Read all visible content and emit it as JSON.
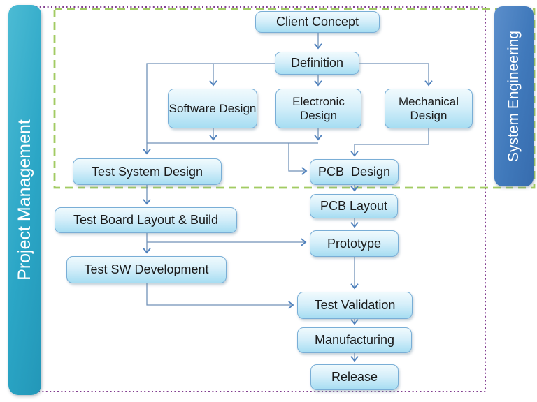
{
  "lanes": {
    "project_management": "Project Management",
    "system_engineering": "System Engineering"
  },
  "nodes": {
    "client_concept": "Client Concept",
    "definition": "Definition",
    "software_design": "Software Design",
    "electronic_design": "Electronic Design",
    "mechanical_design": "Mechanical Design",
    "test_system_design": "Test System Design",
    "pcb_design": "PCB  Design",
    "pcb_layout": "PCB Layout",
    "test_board_layout_build": "Test Board Layout & Build",
    "prototype": "Prototype",
    "test_sw_development": "Test SW Development",
    "test_validation": "Test Validation",
    "manufacturing": "Manufacturing",
    "release": "Release"
  },
  "edges": [
    {
      "from": "client_concept",
      "to": "definition"
    },
    {
      "from": "definition",
      "to": "software_design"
    },
    {
      "from": "definition",
      "to": "electronic_design"
    },
    {
      "from": "definition",
      "to": "mechanical_design"
    },
    {
      "from": "definition",
      "to": "test_system_design"
    },
    {
      "from": "software_design",
      "to": "pcb_design"
    },
    {
      "from": "electronic_design",
      "to": "pcb_design"
    },
    {
      "from": "mechanical_design",
      "to": "pcb_design"
    },
    {
      "from": "test_system_design",
      "to": "test_board_layout_build"
    },
    {
      "from": "pcb_design",
      "to": "pcb_layout"
    },
    {
      "from": "pcb_layout",
      "to": "prototype"
    },
    {
      "from": "test_board_layout_build",
      "to": "prototype"
    },
    {
      "from": "test_board_layout_build",
      "to": "test_sw_development"
    },
    {
      "from": "test_sw_development",
      "to": "test_validation"
    },
    {
      "from": "prototype",
      "to": "test_validation"
    },
    {
      "from": "test_validation",
      "to": "manufacturing"
    },
    {
      "from": "manufacturing",
      "to": "release"
    }
  ],
  "colors": {
    "box_border": "#79aed6",
    "box_fill_top": "#f0fafd",
    "box_fill_bottom": "#a6ddf2",
    "connector": "#7191b8",
    "arrowhead": "#4f81bd",
    "lane_left": "#2ba6c6",
    "lane_right": "#4079bb",
    "boundary_green": "#a2cb63",
    "boundary_purple": "#833f91",
    "text": "#1a1a1a"
  }
}
